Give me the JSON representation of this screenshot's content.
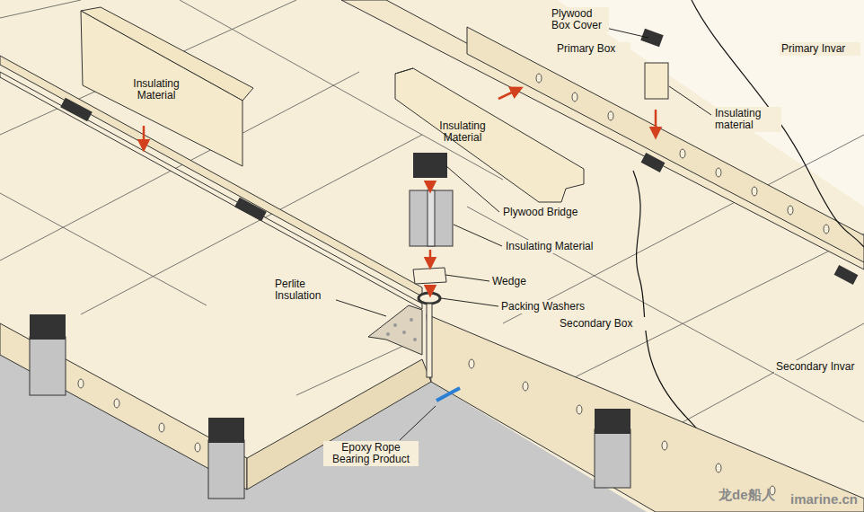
{
  "diagram": {
    "labels": [
      "Insulating Material",
      "Plywood Box Cover",
      "Primary Box",
      "Primary Invar",
      "Insulating Material",
      "Insulating material",
      "Plywood Bridge",
      "Insulating Material",
      "Wedge",
      "Perlite Insulation",
      "Packing Washers",
      "Secondary Box",
      "Secondary Invar",
      "Epoxy Rope Bearing Product",
      "龙de船人",
      "imarine.cn"
    ]
  }
}
